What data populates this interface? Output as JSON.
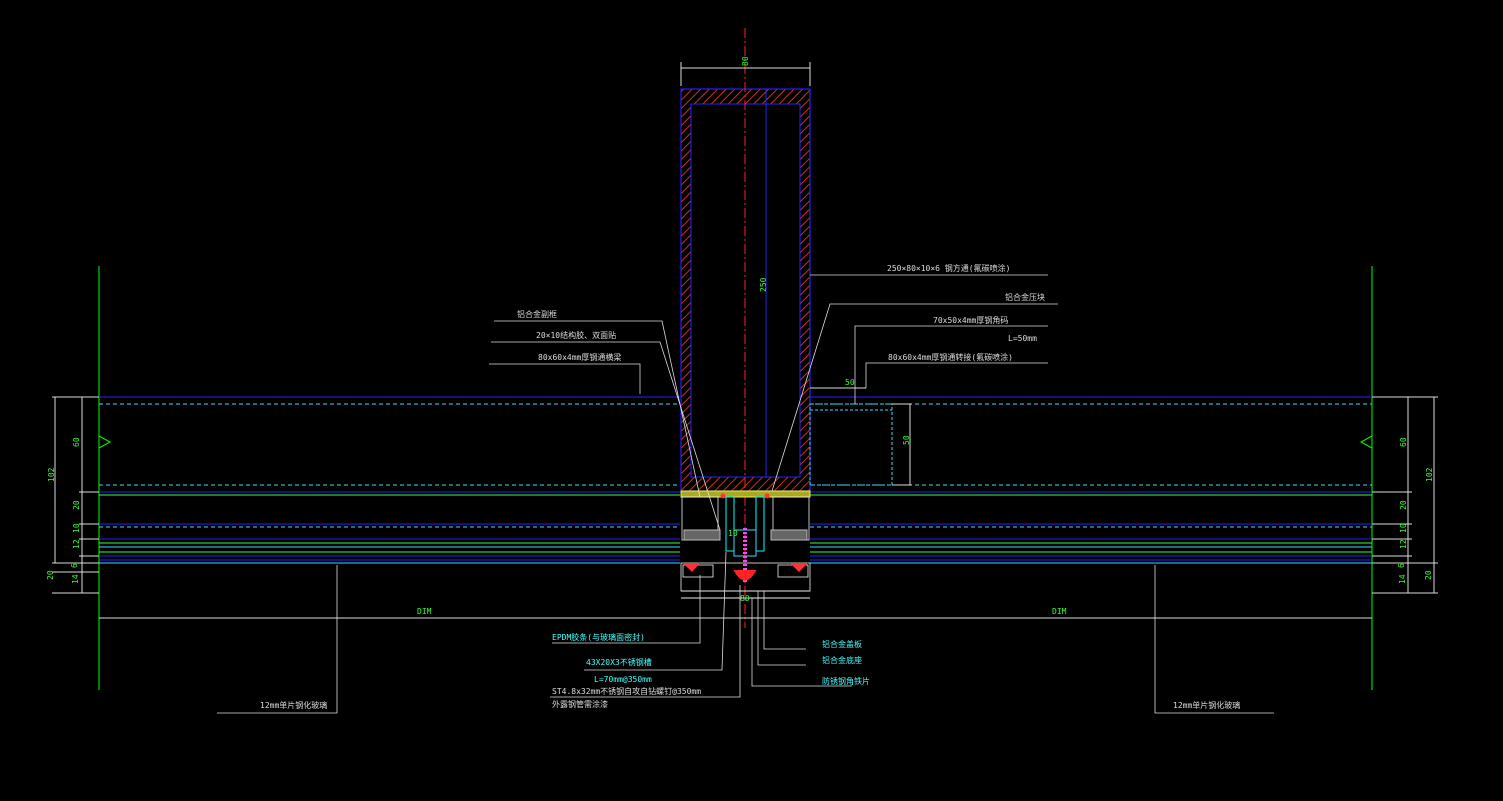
{
  "colors": {
    "background": "#000000",
    "dimension": "#00ff00",
    "annotation": "#00ffff",
    "tube_outline": "#2222ff",
    "tube_hatch": "#cc3311",
    "centerline": "#ff2222",
    "glass": "#0000ff",
    "glass_dashed": "#00ffff"
  },
  "top_dimension": "80",
  "tube_height_dimension": "250",
  "bracket_dimension_h": "50",
  "bracket_dimension_v": "50",
  "bottom_width_dimension": "80",
  "center_dim": "10",
  "span_left": "DIM",
  "span_right": "DIM",
  "left_dims": {
    "overall": "102",
    "d1": "60",
    "d2": "20",
    "d3": "10",
    "d4": "12",
    "d5": "6",
    "d6": "14",
    "d7": "20"
  },
  "right_dims": {
    "overall": "102",
    "d1": "60",
    "d2": "20",
    "d3": "10",
    "d4": "12",
    "d5": "6",
    "d6": "14",
    "d7": "20"
  },
  "labels": {
    "steel_tube": "250×80×10×6 钢方通(氟碳喷涂)",
    "aluminum_plate_right": "铝合金压块",
    "angle_steel": "70x50x4mm厚钢角码",
    "length_50": "L=50mm",
    "steel_tube_right": "80x60x4mm厚钢通转接(氟碳喷涂)",
    "aluminum_cover": "铝合金副框",
    "double_tape": "20×10结构胶、双面贴",
    "steel_tube_left": "80x60x4mm厚钢通横梁",
    "epdm": "EPDM胶条(与玻璃面密封)",
    "channel_steel": "43X20X3不锈钢槽",
    "length_70": "L=70mm@350mm",
    "screw": "ST4.8x32mm不锈钢自攻自钻螺钉@350mm",
    "screw_sub": "外露钢管需涂漆",
    "alu_cover_a": "铝合金盖板",
    "alu_cover_b": "铝合金底座",
    "steel_angle_bottom": "防锈钢角铁片",
    "glass_left": "12mm单片钢化玻璃",
    "glass_right": "12mm单片钢化玻璃"
  }
}
